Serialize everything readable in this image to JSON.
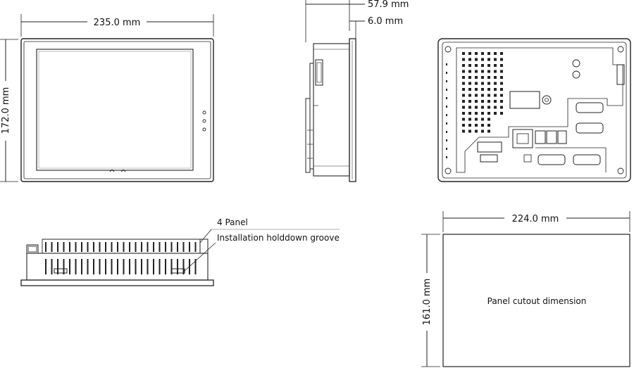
{
  "dimensions": {
    "front_width": "235.0 mm",
    "front_height": "172.0 mm",
    "side_depth_total": "57.9 mm",
    "side_bezel": "6.0 mm",
    "cutout_width": "224.0 mm",
    "cutout_height": "161.0 mm"
  },
  "annotations": {
    "panel_count": "4 Panel",
    "holddown": "Installation holddown groove",
    "cutout_label": "Panel cutout dimension"
  },
  "colors": {
    "line": "#222222",
    "light_line": "#9a9a9a"
  }
}
